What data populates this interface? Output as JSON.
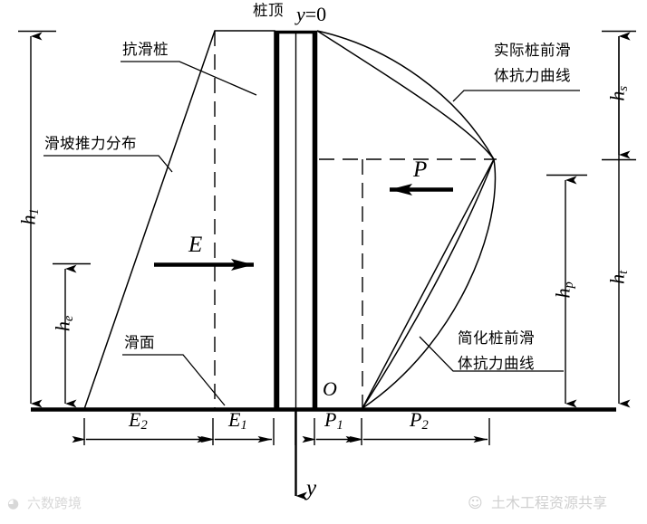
{
  "diagram": {
    "title": "桩顶",
    "title_axis": "y=0",
    "labels": {
      "pile": "抗滑桩",
      "thrust_distribution": "滑坡推力分布",
      "slip_surface": "滑面",
      "actual_curve_line1": "实际桩前滑",
      "actual_curve_line2": "体抗力曲线",
      "simplified_curve_line1": "简化桩前滑",
      "simplified_curve_line2": "体抗力曲线"
    },
    "forces": {
      "thrust_resultant": "E",
      "resistance_resultant": "P"
    },
    "origin_label": "O",
    "axis_label": "y",
    "vertical_dimensions": [
      {
        "name": "h1",
        "symbol": "h",
        "subscript": "1"
      },
      {
        "name": "he",
        "symbol": "h",
        "subscript": "e"
      },
      {
        "name": "hs",
        "symbol": "h",
        "subscript": "s"
      },
      {
        "name": "hp",
        "symbol": "h",
        "subscript": "p"
      },
      {
        "name": "ht",
        "symbol": "h",
        "subscript": "t"
      }
    ],
    "horizontal_dimensions": [
      {
        "name": "E2",
        "symbol": "E",
        "subscript": "2"
      },
      {
        "name": "E1",
        "symbol": "E",
        "subscript": "1"
      },
      {
        "name": "P1",
        "symbol": "P",
        "subscript": "1"
      },
      {
        "name": "P2",
        "symbol": "P",
        "subscript": "2"
      }
    ],
    "colors": {
      "line": "#000000",
      "background": "#ffffff",
      "watermark": "#d8d8d8"
    }
  },
  "watermarks": {
    "left": "六数跨境",
    "right": "土木工程资源共享"
  }
}
